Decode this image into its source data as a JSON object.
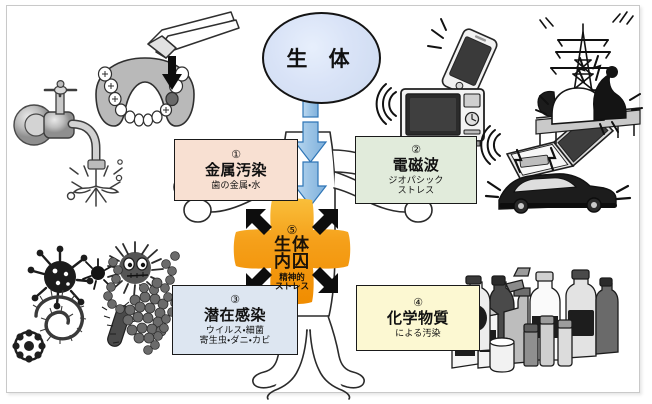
{
  "diagram": {
    "title_node": {
      "label": "生 体",
      "fill": "#d9e3f7",
      "stroke": "#141414"
    },
    "center_node": {
      "number": "⑤",
      "title_line1": "生体",
      "title_line2": "内囚",
      "sub_line1": "精神的",
      "sub_line2": "ストレス",
      "fill": "#f5a623"
    },
    "factors": [
      {
        "id": "box1",
        "number": "①",
        "title": "金属汚染",
        "sub_lines": [
          "歯の金属・水"
        ],
        "fill": "#f8e0d2",
        "illustration": "faucet-and-dental-amalgam"
      },
      {
        "id": "box2",
        "number": "②",
        "title": "電磁波",
        "sub_lines": [
          "ジオパシック",
          "ストレス"
        ],
        "fill": "#e1ebdb",
        "illustration": "smartphone-microwave-pylon-laptop-car"
      },
      {
        "id": "box3",
        "number": "③",
        "title": "潜在感染",
        "sub_lines": [
          "ウイルス・細菌",
          "寄生虫・ダニ・カビ"
        ],
        "fill": "#dde6f1",
        "illustration": "microbes-viruses-bacteria"
      },
      {
        "id": "box4",
        "number": "④",
        "title": "化学物質",
        "sub_lines": [
          "による汚染"
        ],
        "fill": "#fcf8d2",
        "illustration": "household-chemical-bottles"
      }
    ],
    "arrows": {
      "down_arrow_color": "#9dc3e6",
      "down_arrow_stroke": "#2e75b6",
      "inward_arrow_color": "#111111",
      "inward_count": 4
    },
    "illustrations": {
      "faucet": "water-faucet-icon",
      "dental": "dental-jaw-tweezers-icon",
      "smartphone": "smartphone-icon",
      "microwave": "microwave-oven-icon",
      "pylon": "power-transmission-tower-icon",
      "laptop": "laptop-icon",
      "car": "car-icon",
      "sleeping_person": "person-sleeping-in-bed-icon",
      "microbes": "microbes-icon",
      "chemicals": "chemical-bottles-icon",
      "human_body": "human-body-silhouette"
    }
  }
}
